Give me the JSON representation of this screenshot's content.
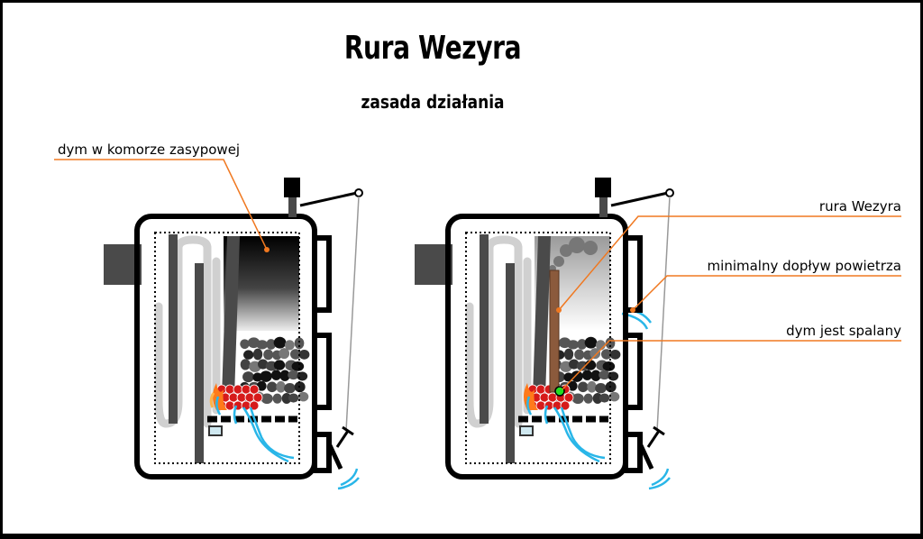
{
  "title": "Rura Wezyra",
  "subtitle": "zasada działania",
  "labels": {
    "smoke_in_chamber": "dym w komorze zasypowej",
    "wezyr_pipe": "rura Wezyra",
    "min_air": "minimalny dopływ powietrza",
    "smoke_burned": "dym jest spalany"
  },
  "colors": {
    "leader": "#f07820",
    "boiler_outline": "#000000",
    "baffle": "#4a4a4a",
    "flue_gas": "#cccccc",
    "air_flow": "#29b6e8",
    "ember": "#d61a1a",
    "flame": "#ff7a1a",
    "pipe": "#8b5a3c",
    "ignition_point": "#22dd22"
  },
  "icons": [
    "boiler-left",
    "boiler-right",
    "flame-icon",
    "air-flow-icon",
    "damper-chain-icon"
  ]
}
